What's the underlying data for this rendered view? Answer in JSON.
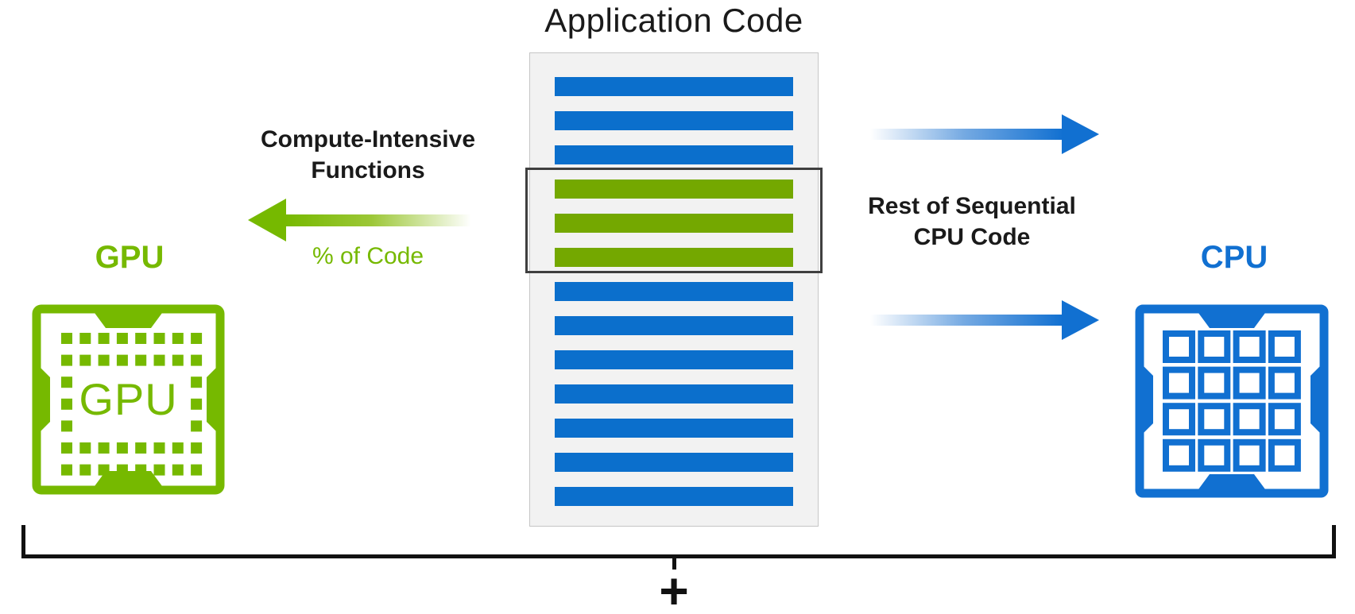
{
  "title": "Application Code",
  "colors": {
    "blue": "#0b6fcc",
    "green_bar": "#74a800",
    "nvidia_green": "#76b900",
    "cpu_blue": "#1170d1",
    "text_dark": "#1a1a1a",
    "column_bg": "#f2f2f2",
    "column_border": "#c6c6c6",
    "box_border": "#3f3f3f",
    "bracket": "#111111"
  },
  "code_column": {
    "bars": [
      "blue",
      "blue",
      "blue",
      "green",
      "green",
      "green",
      "blue",
      "blue",
      "blue",
      "blue",
      "blue",
      "blue",
      "blue"
    ]
  },
  "left": {
    "label_line1": "Compute-Intensive",
    "label_line2": "Functions",
    "sublabel": "% of Code",
    "chip_title": "GPU",
    "chip_text": "GPU"
  },
  "right": {
    "label_line1": "Rest of Sequential",
    "label_line2": "CPU Code",
    "chip_title": "CPU"
  },
  "bottom": {
    "plus_symbol": "+"
  }
}
